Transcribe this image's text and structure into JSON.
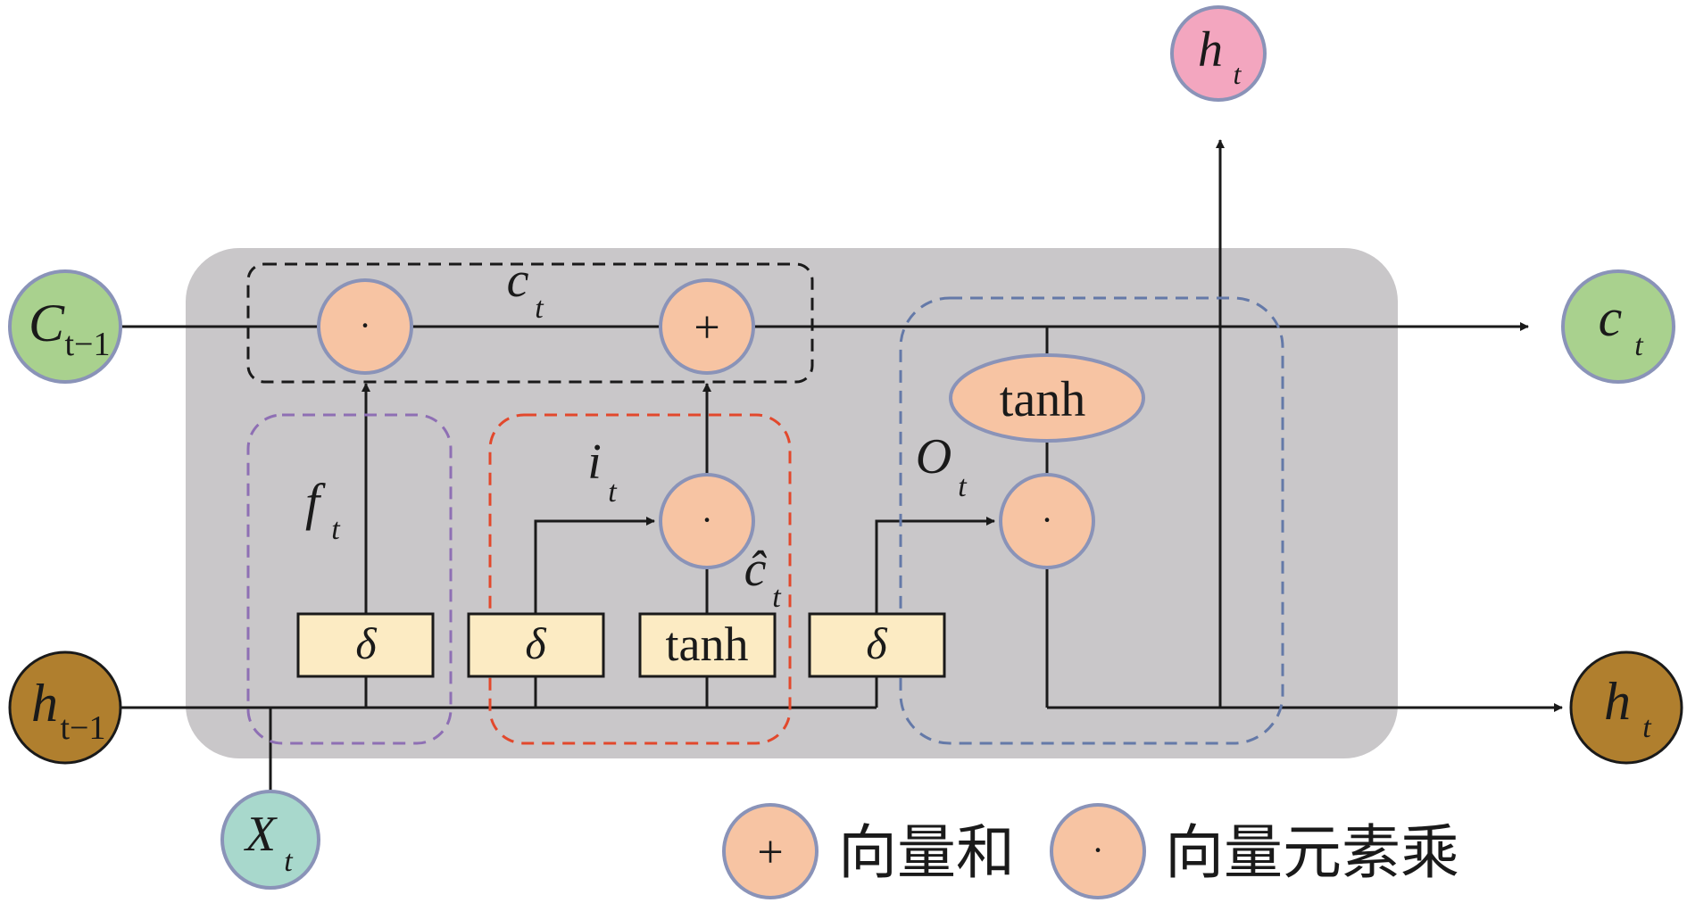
{
  "colors": {
    "cell_bg": "#c9c7c9",
    "cell_state_node": "#a9d18e",
    "hidden_state_node": "#b07f2e",
    "input_node": "#a8d8cc",
    "output_node": "#f3a6bf",
    "operator_node": "#f7c4a3",
    "gate_box": "#fcebc3",
    "node_stroke": "#8a93b8",
    "forget_box": "#8e6fb4",
    "input_box": "#e2482c",
    "output_box": "#6479a8",
    "cell_box": "#1a1a1a"
  },
  "nodes": {
    "c_prev": {
      "main": "C",
      "sub": "t−1"
    },
    "h_prev": {
      "main": "h",
      "sub": "t−1"
    },
    "x_t": {
      "main": "X",
      "sub": "t"
    },
    "c_next": {
      "main": "c",
      "sub": "t"
    },
    "h_next": {
      "main": "h",
      "sub": "t"
    },
    "h_out": {
      "main": "h",
      "sub": "t"
    }
  },
  "operators": {
    "forget_mult": "·",
    "cell_add": "+",
    "input_mult": "·",
    "output_mult": "·"
  },
  "gates": {
    "forget": "δ",
    "input": "δ",
    "candidate": "tanh",
    "output": "δ",
    "cell_tanh": "tanh"
  },
  "labels": {
    "c_t": {
      "main": "c",
      "sub": "t"
    },
    "f_t": {
      "main": "f",
      "sub": "t"
    },
    "i_t": {
      "main": "i",
      "sub": "t"
    },
    "c_hat": {
      "main": "ĉ",
      "sub": "t"
    },
    "o_t": {
      "main": "O",
      "sub": "t"
    }
  },
  "legend": {
    "plus_symbol": "+",
    "plus_text": "向量和",
    "dot_symbol": "·",
    "dot_text": "向量元素乘"
  }
}
